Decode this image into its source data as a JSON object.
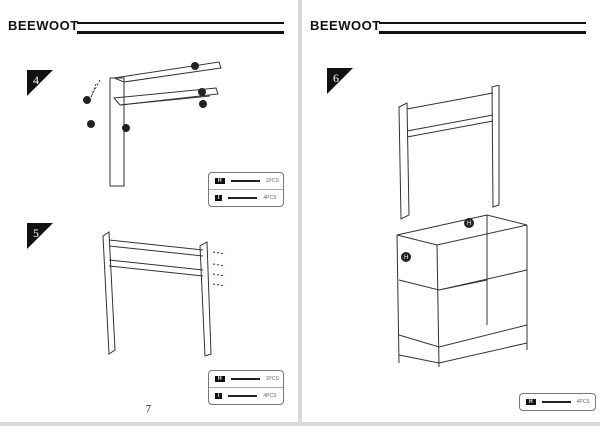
{
  "left_page": {
    "brand": "BEEWOOT",
    "page_number": "7",
    "step4": {
      "number": "4",
      "hardware": [
        {
          "tag": "H",
          "qty": "1PCS"
        },
        {
          "tag": "I",
          "qty": "4PCS"
        }
      ]
    },
    "step5": {
      "number": "5",
      "hardware": [
        {
          "tag": "H",
          "qty": "1PCS"
        },
        {
          "tag": "I",
          "qty": "4PCS"
        }
      ]
    }
  },
  "right_page": {
    "brand": "BEEWOOT",
    "step6": {
      "number": "6",
      "labels": [
        "H",
        "H"
      ],
      "hardware": [
        {
          "tag": "H",
          "qty": "4PCS"
        }
      ]
    }
  }
}
